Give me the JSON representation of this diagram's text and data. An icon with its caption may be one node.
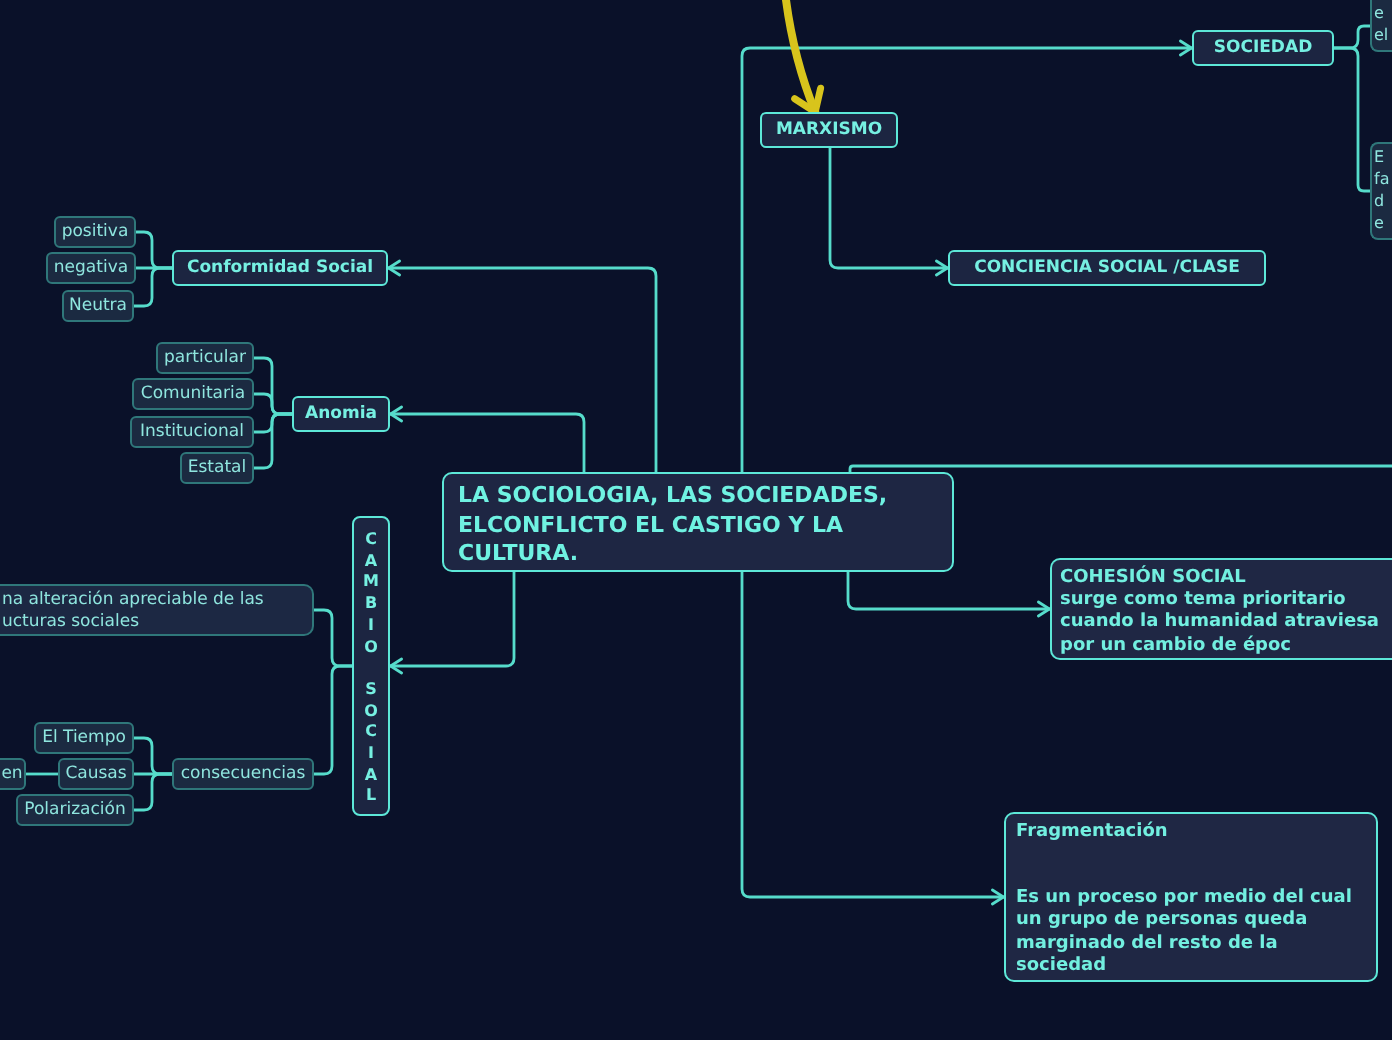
{
  "diagram": {
    "nodes": [
      {
        "text": [
          "LA SOCIOLOGIA, LAS SOCIEDADES, ELCONFLICTO EL CASTIGO Y LA CULTURA."
        ]
      },
      {
        "text": [
          "SOCIEDAD"
        ]
      },
      {
        "text": [
          "e el"
        ]
      },
      {
        "text": [
          "E fa d e"
        ]
      },
      {
        "text": [
          "MARXISMO"
        ]
      },
      {
        "text": [
          "CONCIENCIA SOCIAL /CLASE"
        ]
      },
      {
        "text": [
          "COHESIÓN SOCIAL",
          "surge como tema prioritario cuando la humanidad atraviesa por un cambio de époc"
        ]
      },
      {
        "text": [
          "Fragmentación",
          "Es un proceso por medio del cual un grupo de personas queda marginado del resto de la sociedad"
        ]
      },
      {
        "text": [
          "Conformidad Social"
        ]
      },
      {
        "text": [
          "positiva"
        ]
      },
      {
        "text": [
          "negativa"
        ]
      },
      {
        "text": [
          "Neutra"
        ]
      },
      {
        "text": [
          "Anomia"
        ]
      },
      {
        "text": [
          "particular"
        ]
      },
      {
        "text": [
          "Comunitaria"
        ]
      },
      {
        "text": [
          "Institucional"
        ]
      },
      {
        "text": [
          "Estatal"
        ]
      },
      {
        "text": [
          "CAMBIO SOCIAL"
        ]
      },
      {
        "text": [
          "na alteración apreciable de las ucturas sociales"
        ]
      },
      {
        "text": [
          "consecuencias"
        ]
      },
      {
        "text": [
          "El Tiempo"
        ]
      },
      {
        "text": [
          "Causas"
        ]
      },
      {
        "text": [
          "Polarización"
        ]
      },
      {
        "text": [
          "en"
        ]
      }
    ],
    "edges": [
      {
        "from": 0,
        "to": 1,
        "arrow": "to"
      },
      {
        "from": null,
        "to": 4,
        "arrow": "to",
        "style": "thick",
        "color": "#d8c41c"
      },
      {
        "from": 4,
        "to": 5,
        "arrow": "to"
      },
      {
        "from": 1,
        "to": 2,
        "arrow": "none"
      },
      {
        "from": 1,
        "to": 3,
        "arrow": "none"
      },
      {
        "from": 0,
        "to": null,
        "arrow": "none"
      },
      {
        "from": 0,
        "to": 6,
        "arrow": "to"
      },
      {
        "from": 0,
        "to": 7,
        "arrow": "to"
      },
      {
        "from": 0,
        "to": 8,
        "arrow": "to"
      },
      {
        "from": 0,
        "to": 12,
        "arrow": "to"
      },
      {
        "from": 0,
        "to": 17,
        "arrow": "to"
      },
      {
        "from": 8,
        "to": 9,
        "arrow": "none"
      },
      {
        "from": 8,
        "to": 10,
        "arrow": "none"
      },
      {
        "from": 8,
        "to": 11,
        "arrow": "none"
      },
      {
        "from": 12,
        "to": 13,
        "arrow": "none"
      },
      {
        "from": 12,
        "to": 14,
        "arrow": "none"
      },
      {
        "from": 12,
        "to": 15,
        "arrow": "none"
      },
      {
        "from": 12,
        "to": 16,
        "arrow": "none"
      },
      {
        "from": 17,
        "to": 18,
        "arrow": "none"
      },
      {
        "from": 17,
        "to": 19,
        "arrow": "none"
      },
      {
        "from": 19,
        "to": 20,
        "arrow": "none"
      },
      {
        "from": 19,
        "to": 21,
        "arrow": "none"
      },
      {
        "from": 19,
        "to": 22,
        "arrow": "none"
      },
      {
        "from": 21,
        "to": 23,
        "arrow": "none"
      }
    ]
  }
}
